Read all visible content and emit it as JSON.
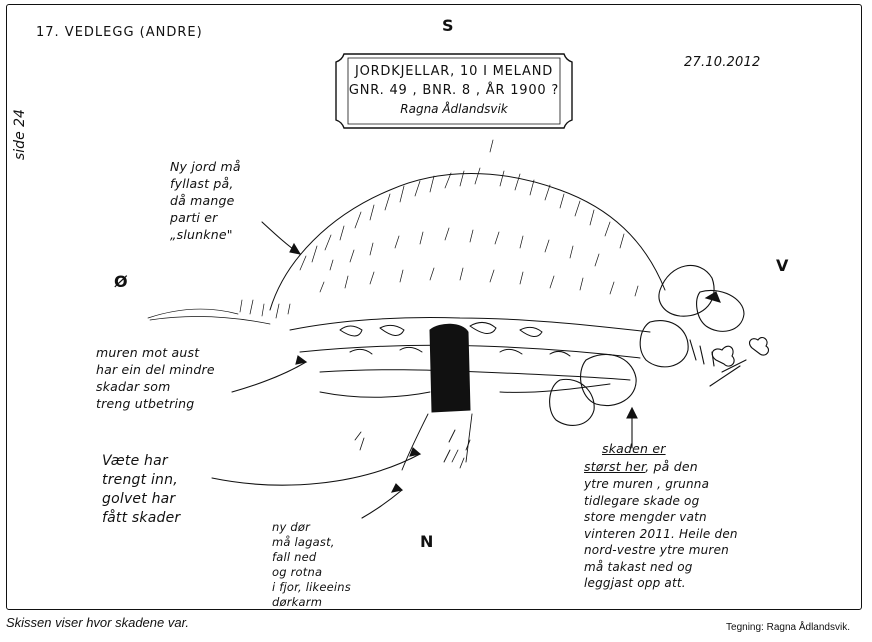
{
  "header": {
    "attachment_label": "17. VEDLEGG (ANDRE)",
    "date": "27.10.2012",
    "page_side": "side 24"
  },
  "title_box": {
    "line1": "JORDKJELLAR, 10 I MELAND",
    "line2": "GNR. 49 , BNR. 8 , ÅR 1900 ?",
    "line3": "Ragna Ådlandsvik"
  },
  "compass": {
    "south": "S",
    "north": "N",
    "east": "Ø",
    "west": "V"
  },
  "notes": {
    "soil": "Ny jord må\nfyllast på,\ndå mange\nparti er\n„slunkne\"",
    "wall_east": "muren mot aust\nhar ein del mindre\nskadar som\ntreng utbetring",
    "moisture": "Væte har\ntrengt inn,\ngolvet har\nfått skader",
    "door": "ny dør\nmå lagast,\nfall ned\nog rotna\ni fjor, likeeins\ndørkarm",
    "damage_heading": "skaden er",
    "damage_heading2": "størst her",
    "damage_rest_first": ", på den",
    "damage_body": "ytre muren , grunna\ntidlegare skade og\nstore mengder vatn\nvinteren 2011. Heile den\nnord-vestre ytre muren\nmå takast ned og\nleggjast opp att."
  },
  "caption": "Skissen viser hvor skadene var.",
  "credit": "Tegning: Ragna Ådlandsvik."
}
